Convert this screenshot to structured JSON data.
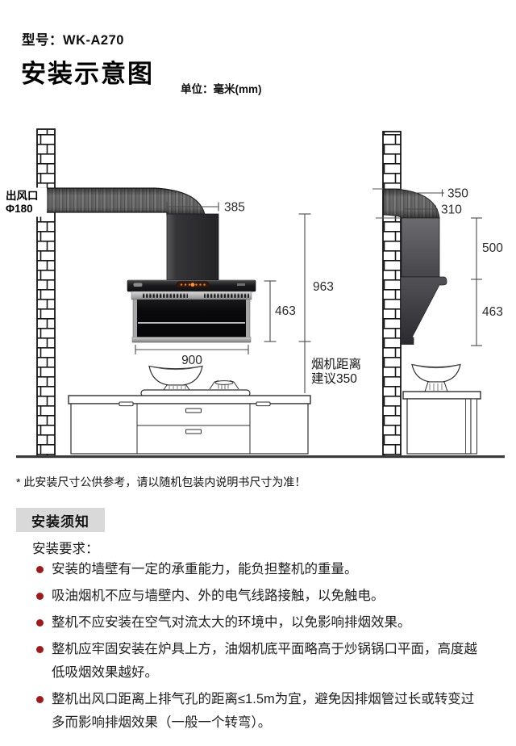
{
  "header": {
    "model_line": "型号：WK-A270",
    "title": "安装示意图",
    "unit": "单位：毫米(mm)"
  },
  "diagram": {
    "front_view": {
      "outlet_label_line1": "出风口",
      "outlet_label_line2": "Φ180",
      "dim_chimney_width": "385",
      "dim_total_height": "963",
      "dim_hood_height": "463",
      "dim_hood_width": "900",
      "distance_note_line1": "烟机距离",
      "distance_note_line2": "建议350"
    },
    "side_view": {
      "dim_outlet_offset": "350",
      "dim_duct_offset": "310",
      "dim_chimney_height": "500",
      "dim_hood_height": "463"
    }
  },
  "footnote": "* 此安装尺寸公供参考，请以随机包装内说明书尺寸为准！",
  "notes": {
    "section_title": "安装须知",
    "requirements_label": "安装要求：",
    "items": [
      "安装的墙壁有一定的承重能力，能负担整机的重量。",
      "吸油烟机不应与墙壁内、外的电气线路接触，以免触电。",
      "整机不应安装在空气对流太大的环境中，以免影响排烟效果。",
      "整机应牢固安装在炉具上方，油烟机底平面略高于炒锅锅口平面，高度越低吸烟效果越好。",
      "整机出风口距离上排气孔的距离≤1.5m为宜，避免因排烟管过长或转变过多而影响排烟效果（一般一个转弯）。"
    ]
  },
  "colors": {
    "bullet": "#9b1c1c",
    "notice_box_bg": "#d9d9d9",
    "hood_dark": "#1c1c1e",
    "duct_gray": "#6d6d6d",
    "dim_line": "#4a4a4a"
  }
}
